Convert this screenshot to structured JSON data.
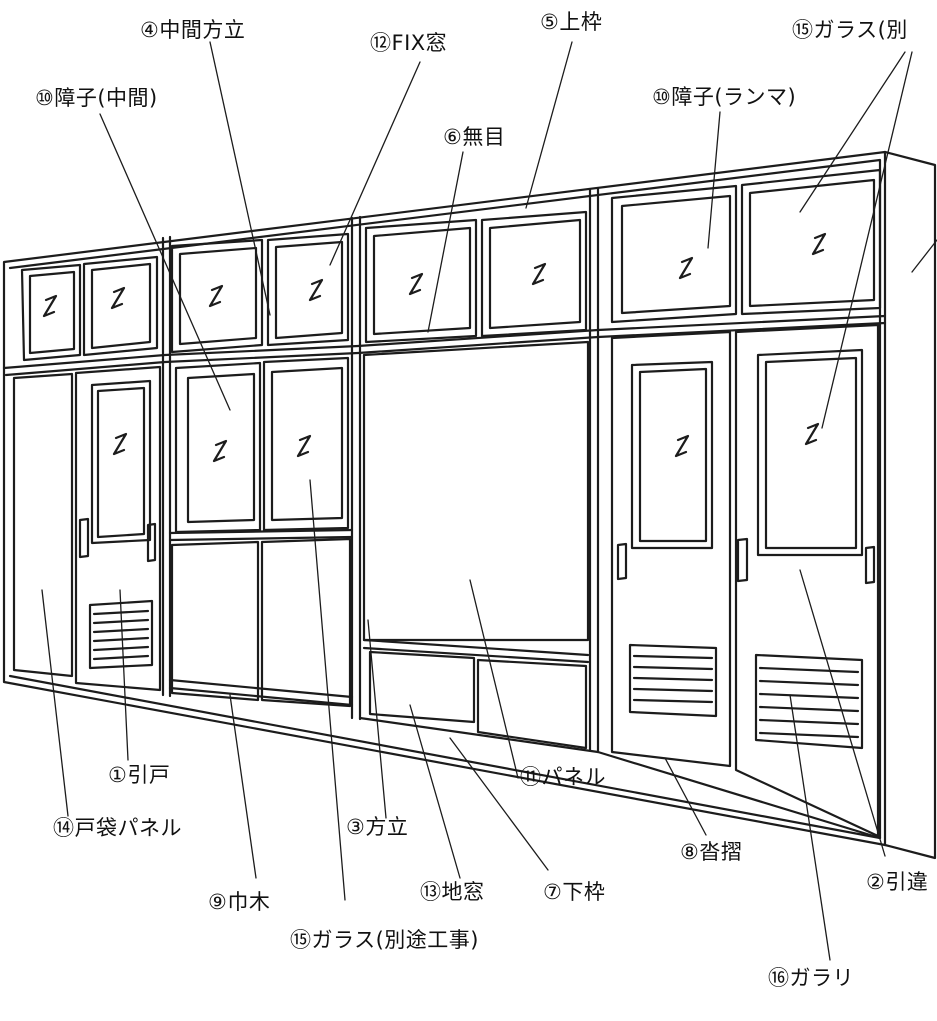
{
  "labels": {
    "nakama_hodate": "④中間方立",
    "fix_mado": "⑫FIX窓",
    "uwawaku": "⑤上枠",
    "glass_top_right": "⑮ガラス(別",
    "shoji_chukan": "⑩障子(中間)",
    "mume": "⑥無目",
    "shoji_ranma": "⑩障子(ランマ)",
    "hikido": "①引戸",
    "panel": "⑪パネル",
    "tobukuro_panel": "⑭戸袋パネル",
    "hodate": "③方立",
    "kutsuzuri": "⑧沓摺",
    "hikichigai": "②引違",
    "jimado": "⑬地窓",
    "shitawaku": "⑦下枠",
    "habaki": "⑨巾木",
    "glass_bottom": "⑮ガラス(別途工事)",
    "garari": "⑯ガラリ"
  }
}
